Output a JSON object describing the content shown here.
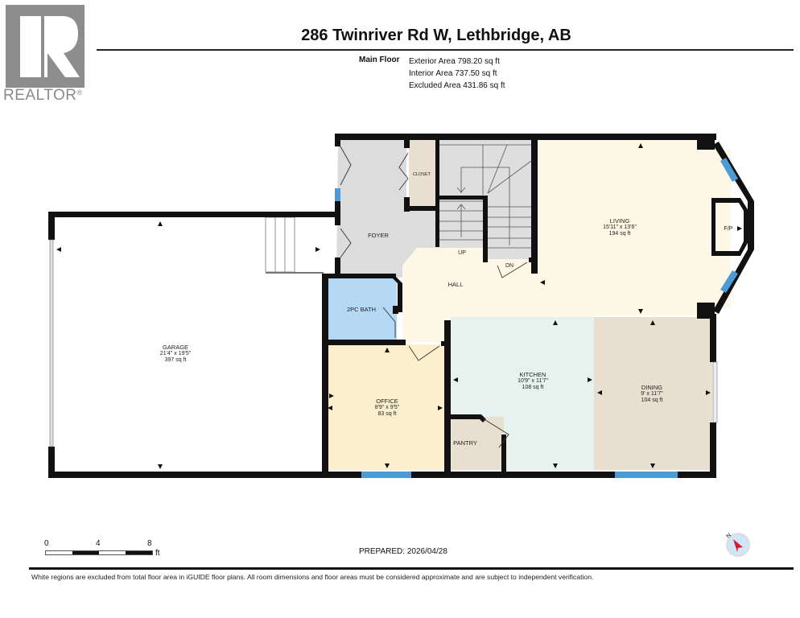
{
  "logo": {
    "word": "REALTOR",
    "mark": "®"
  },
  "header": {
    "title": "286 Twinriver Rd W, Lethbridge, AB",
    "floor_label": "Main Floor",
    "areas": [
      "Exterior Area 798.20 sq ft",
      "Interior Area 737.50 sq ft",
      "Excluded Area 431.86 sq ft"
    ]
  },
  "rooms": {
    "garage": {
      "name": "GARAGE",
      "dims": "21'4\" x 19'5\"",
      "area": "397 sq ft"
    },
    "living": {
      "name": "LIVING",
      "dims": "15'11\" x 13'6\"",
      "area": "194 sq ft"
    },
    "kitchen": {
      "name": "KITCHEN",
      "dims": "10'9\" x 11'7\"",
      "area": "108 sq ft"
    },
    "dining": {
      "name": "DINING",
      "dims": "9' x 11'7\"",
      "area": "104 sq ft"
    },
    "office": {
      "name": "OFFICE",
      "dims": "8'9\" x 9'5\"",
      "area": "83 sq ft"
    },
    "foyer": {
      "name": "FOYER"
    },
    "closet": {
      "name": "CLOSET"
    },
    "hall": {
      "name": "HALL"
    },
    "bath": {
      "name": "2PC BATH"
    },
    "pantry": {
      "name": "PANTRY"
    },
    "fireplace": {
      "name": "F/P"
    },
    "stairs_up": {
      "name": "UP"
    },
    "stairs_down": {
      "name": "DN"
    }
  },
  "colors": {
    "wall": "#111111",
    "living_hall": "#fdf8e6",
    "kitchen": "#e6f2ee",
    "dining": "#e9dfd0",
    "office": "#fcefcd",
    "bath": "#b5d9f5",
    "foyer": "#dcdcdc",
    "closet": "#e8dfd0",
    "pantry": "#e8dfd0",
    "window": "#4a9bd6"
  },
  "scale": {
    "labels": [
      "0",
      "4",
      "8"
    ],
    "unit": "ft"
  },
  "prepared": "PREPARED: 2026/04/28",
  "compass": {
    "label": "N"
  },
  "disclaimer": "White regions are excluded from total floor area in iGUIDE floor plans. All room dimensions and floor areas must be considered approximate and are subject to independent verification."
}
